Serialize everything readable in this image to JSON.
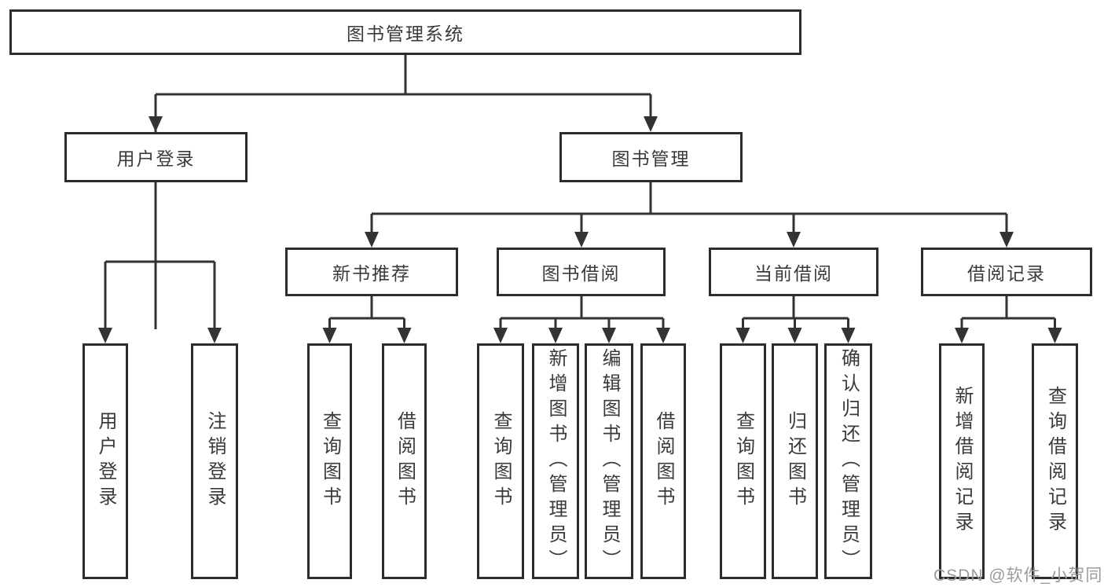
{
  "palette": {
    "ink": "#333333",
    "box_border": "#2d2d2d",
    "text": "#3a3a3a",
    "watermark_gray": "#9b9b9b"
  },
  "nodes": {
    "root": "图书管理系统",
    "user_login": "用户登录",
    "book_manage": "图书管理",
    "new_book_recommend": "新书推荐",
    "book_borrow": "图书借阅",
    "current_borrow": "当前借阅",
    "borrow_record": "借阅记录",
    "leaves": {
      "user_login_login": "用户登录",
      "user_login_logout": "注销登录",
      "nbr_query_book": "查询图书",
      "nbr_borrow_book": "借阅图书",
      "bb_query_book": "查询图书",
      "bb_add_book": "新增图书（管理员）",
      "bb_edit_book": "编辑图书（管理员）",
      "bb_borrow_book": "借阅图书",
      "cb_query_book": "查询图书",
      "cb_return_book": "归还图书",
      "cb_confirm_return": "确认归还（管理员）",
      "br_add_record": "新增借阅记录",
      "br_query_record": "查询借阅记录"
    }
  },
  "watermark": "CSDN @软件_小贺同学"
}
